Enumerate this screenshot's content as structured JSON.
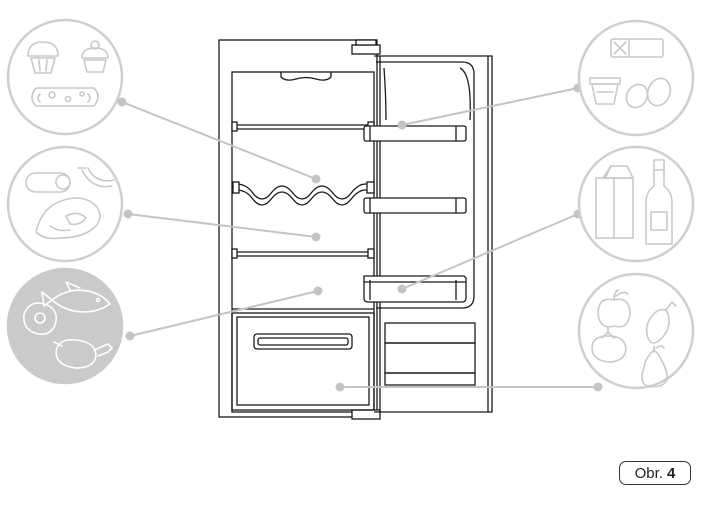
{
  "figure_label": {
    "prefix": "Obr.",
    "number": "4"
  },
  "colors": {
    "line": "#1a1a1a",
    "leader": "#c4c4c4",
    "circle_stroke": "#cfcfcf",
    "icon_stroke": "#c9c9c9",
    "highlight_fill": "#cacaca"
  },
  "food_zones": [
    {
      "side": "left",
      "icons": [
        "muffin-icon",
        "cupcake-icon",
        "cheese-icon"
      ],
      "target": "upper-shelf",
      "highlighted": false
    },
    {
      "side": "left",
      "icons": [
        "salami-icon",
        "sausage-icon",
        "ham-icon"
      ],
      "target": "middle-shelf",
      "highlighted": false
    },
    {
      "side": "left",
      "icons": [
        "fish-icon",
        "steak-icon",
        "poultry-icon"
      ],
      "target": "lower-shelf",
      "highlighted": true
    },
    {
      "side": "right",
      "icons": [
        "butter-icon",
        "yogurt-icon",
        "egg-icon"
      ],
      "target": "door-shelf-top",
      "highlighted": false
    },
    {
      "side": "right",
      "icons": [
        "milk-carton-icon",
        "bottle-icon"
      ],
      "target": "door-shelf-bottom",
      "highlighted": false
    },
    {
      "side": "right",
      "icons": [
        "apple-icon",
        "pepper-icon",
        "tomato-icon",
        "pear-icon"
      ],
      "target": "crisper-drawer",
      "highlighted": false
    }
  ]
}
